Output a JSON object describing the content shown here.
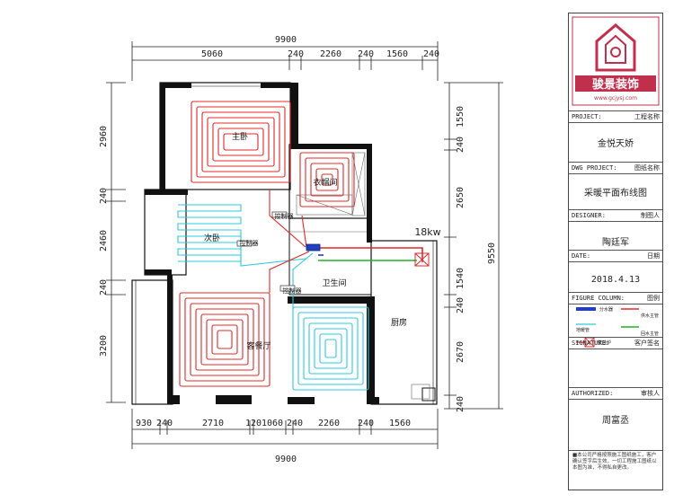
{
  "dimensions": {
    "top_total": "9900",
    "top_segments": [
      "5060",
      "240",
      "2260",
      "240",
      "1560",
      "240"
    ],
    "bottom_total": "9900",
    "bottom_segments": [
      "930",
      "240",
      "2710",
      "120",
      "1060",
      "240",
      "2260",
      "240",
      "1560"
    ],
    "left_segments": [
      "2960",
      "240",
      "2460",
      "240",
      "3200"
    ],
    "right_total": "9550",
    "right_segments": [
      "1550",
      "240",
      "2650",
      "1540",
      "240",
      "2670",
      "240"
    ]
  },
  "rooms": {
    "master_bedroom": "主卧",
    "cloakroom": "衣帽间",
    "second_bedroom": "次卧",
    "bathroom": "卫生间",
    "kitchen": "厨房",
    "living_room": "客餐厅"
  },
  "labels": {
    "control_1": "控制器",
    "control_2": "控制器",
    "control_3": "控制器",
    "boiler": "18kw"
  },
  "logo": {
    "brand": "骏景装饰",
    "url": "www.gcjysj.com"
  },
  "title_block": {
    "project_label": "PROJECT:",
    "project_label_cn": "工程名称",
    "project_value": "金悦天娇",
    "dwg_label": "DWG PROJECT:",
    "dwg_label_cn": "图纸名称",
    "dwg_value": "采暖平面布线图",
    "designer_label": "DESIGNER:",
    "designer_label_cn": "制图人",
    "designer_value": "陶廷军",
    "date_label": "DATE:",
    "date_label_cn": "日期",
    "date_value": "2018.4.13",
    "figure_label": "FIGURE COLUMN:",
    "figure_label_cn": "图例",
    "legend_1": "分水器",
    "legend_2": "供水主管",
    "legend_3": "地暖管",
    "legend_4": "壁挂炉",
    "legend_5": "回水主管",
    "signature_label": "SIGNATURE:",
    "signature_label_cn": "客户签名",
    "authorized_label": "AUTHORIZED:",
    "authorized_label_cn": "审核人",
    "authorized_value": "周富丞",
    "note": "■本公司严格按照施工图纸施工，客户确认签字后生效，一切工程施工图纸以本图为准，不得私自更改。"
  },
  "colors": {
    "heating_pipe_red": "#e02828",
    "heating_pipe_cyan": "#2ec8dc",
    "supply_pipe": "#e02828",
    "return_pipe": "#22b022",
    "manifold": "#2040c0",
    "wall": "#111111",
    "logo": "#c0304c"
  }
}
